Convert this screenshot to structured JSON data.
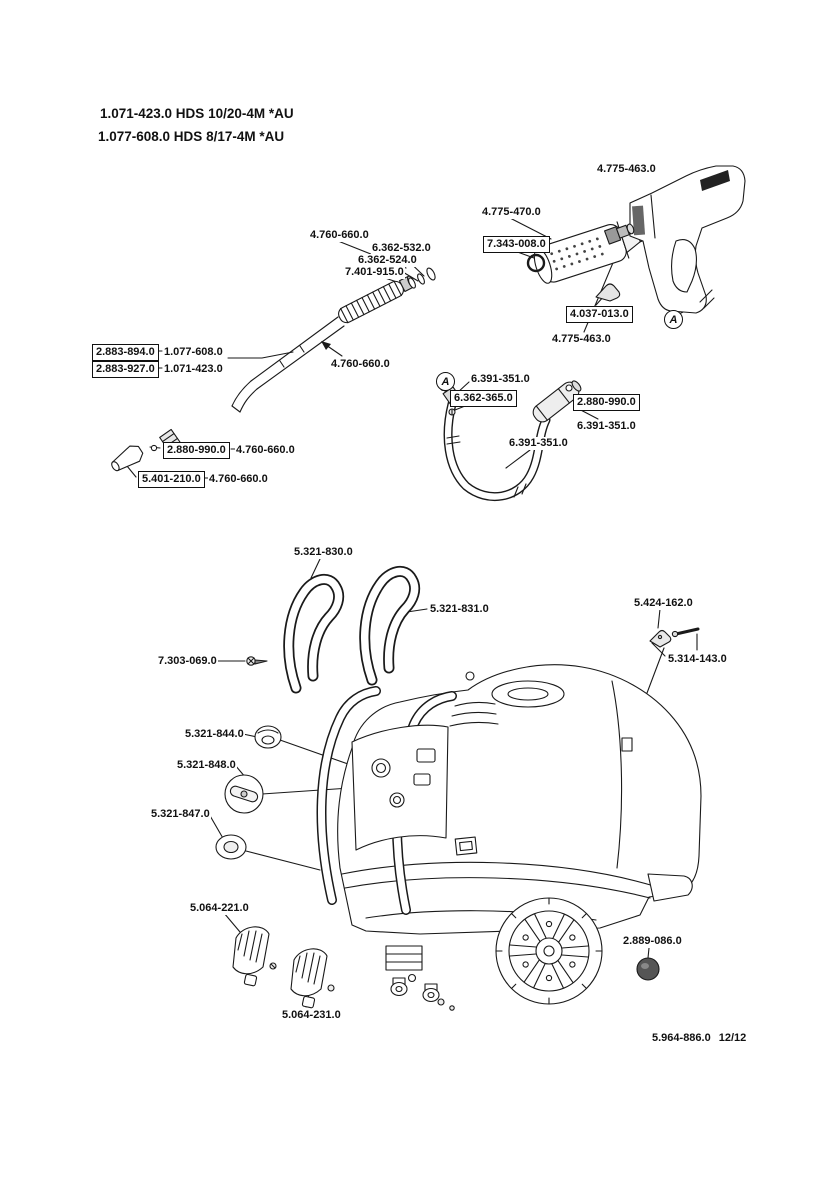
{
  "header": {
    "line1": "1.071-423.0 HDS 10/20-4M *AU",
    "line2": "1.077-608.0 HDS 8/17-4M *AU"
  },
  "callouts": {
    "a": "A"
  },
  "footer": {
    "doc": "5.964-886.0",
    "page": "12/12"
  },
  "labels": [
    {
      "text": "4.775-463.0"
    },
    {
      "text": "4.775-470.0"
    },
    {
      "text": "7.343-008.0"
    },
    {
      "text": "4.760-660.0"
    },
    {
      "text": "6.362-532.0"
    },
    {
      "text": "6.362-524.0"
    },
    {
      "text": "7.401-915.0"
    },
    {
      "text": "4.037-013.0"
    },
    {
      "text": "4.775-463.0"
    },
    {
      "text": "2.883-894.0"
    },
    {
      "text": "1.077-608.0"
    },
    {
      "text": "2.883-927.0"
    },
    {
      "text": "1.071-423.0"
    },
    {
      "text": "4.760-660.0"
    },
    {
      "text": "6.391-351.0"
    },
    {
      "text": "6.362-365.0"
    },
    {
      "text": "2.880-990.0"
    },
    {
      "text": "6.391-351.0"
    },
    {
      "text": "6.391-351.0"
    },
    {
      "text": "2.880-990.0"
    },
    {
      "text": "4.760-660.0"
    },
    {
      "text": "5.401-210.0"
    },
    {
      "text": "4.760-660.0"
    },
    {
      "text": "5.321-830.0"
    },
    {
      "text": "5.321-831.0"
    },
    {
      "text": "5.424-162.0"
    },
    {
      "text": "7.303-069.0"
    },
    {
      "text": "5.314-143.0"
    },
    {
      "text": "5.321-844.0"
    },
    {
      "text": "5.321-848.0"
    },
    {
      "text": "5.321-847.0"
    },
    {
      "text": "5.064-221.0"
    },
    {
      "text": "2.889-086.0"
    },
    {
      "text": "5.064-231.0"
    }
  ]
}
